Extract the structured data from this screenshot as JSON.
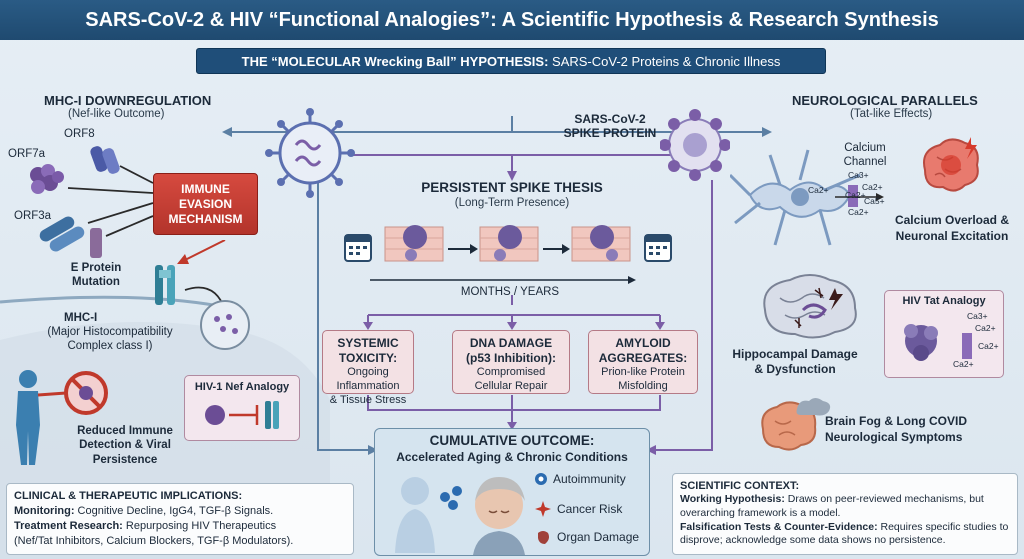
{
  "title": "SARS-CoV-2 & HIV “Functional Analogies”: A Scientific Hypothesis & Research Synthesis",
  "hypothesis": {
    "bold": "THE “MOLECULAR Wrecking Ball” HYPOTHESIS:",
    "rest": " SARS-CoV-2 Proteins & Chronic Illness"
  },
  "mhc": {
    "title": "MHC-I DOWNREGULATION",
    "subtitle": "(Nef-like Outcome)",
    "orf8": "ORF8",
    "orf7a": "ORF7a",
    "orf3a": "ORF3a",
    "e_protein": "E Protein\nMutation",
    "immune_box": "IMMUNE\nEVASION\nMECHANISM",
    "mhc_label_1": "MHC-I",
    "mhc_label_2": "(Major Histocompatibility",
    "mhc_label_3": "Complex class I)",
    "nef_analogy": "HIV-1 Nef Analogy",
    "reduced": "Reduced Immune\nDetection & Viral\nPersistence"
  },
  "spike": {
    "label": "SARS-CoV-2\nSPIKE PROTEIN",
    "thesis_title": "PERSISTENT SPIKE THESIS",
    "thesis_sub": "(Long-Term Presence)",
    "timeline": "MONTHS / YEARS"
  },
  "boxes": [
    {
      "title": "SYSTEMIC",
      "title2": "TOXICITY:",
      "body": "Ongoing Inflammation\n& Tissue Stress"
    },
    {
      "title": "DNA DAMAGE",
      "title2": "(p53 Inhibition):",
      "body": "Compromised\nCellular Repair"
    },
    {
      "title": "AMYLOID",
      "title2": "AGGREGATES:",
      "body": "Prion-like Protein\nMisfolding"
    }
  ],
  "outcome": {
    "title": "CUMULATIVE OUTCOME:",
    "subtitle": "Accelerated Aging & Chronic Conditions",
    "items": [
      "Autoimmunity",
      "Cancer Risk",
      "Organ Damage"
    ]
  },
  "neuro": {
    "title": "NEUROLOGICAL PARALLELS",
    "subtitle": "(Tat-like Effects)",
    "calcium_channel": "Calcium\nChannel",
    "overload": "Calcium Overload &\nNeuronal Excitation",
    "tat_analogy": "HIV Tat Analogy",
    "hippo": "Hippocampal Damage\n& Dysfunction",
    "brain_fog": "Brain Fog & Long COVID\nNeurological Symptoms",
    "ions": [
      "Ca2+",
      "Ca3+",
      "Ca2+",
      "Ca5+",
      "Ca2+",
      "Ca2+"
    ],
    "tat_ions": [
      "Ca3+",
      "Ca2+",
      "Ca2+",
      "Ca2+"
    ]
  },
  "clinical": {
    "title": "CLINICAL & THERAPEUTIC IMPLICATIONS:",
    "monitoring_label": "Monitoring:",
    "monitoring": " Cognitive Decline, IgG4, TGF-β Signals.",
    "treatment_label": "Treatment Research:",
    "treatment": " Repurposing HIV Therapeutics",
    "treatment2": "(Nef/Tat Inhibitors, Calcium Blockers, TGF-β Modulators)."
  },
  "context": {
    "title": "SCIENTIFIC CONTEXT:",
    "wh_label": "Working Hypothesis:",
    "wh": " Draws on peer-reviewed mechanisms, but overarching framework is a model.",
    "ft_label": "Falsification Tests & Counter-Evidence:",
    "ft": " Requires specific studies to disprove; acknowledge some data shows no persistence."
  },
  "colors": {
    "header": "#1f4e79",
    "red": "#c0392b",
    "pink_box": "#f3e1e4",
    "purple": "#6a5a9c",
    "arrow": "#7b5ea7"
  }
}
